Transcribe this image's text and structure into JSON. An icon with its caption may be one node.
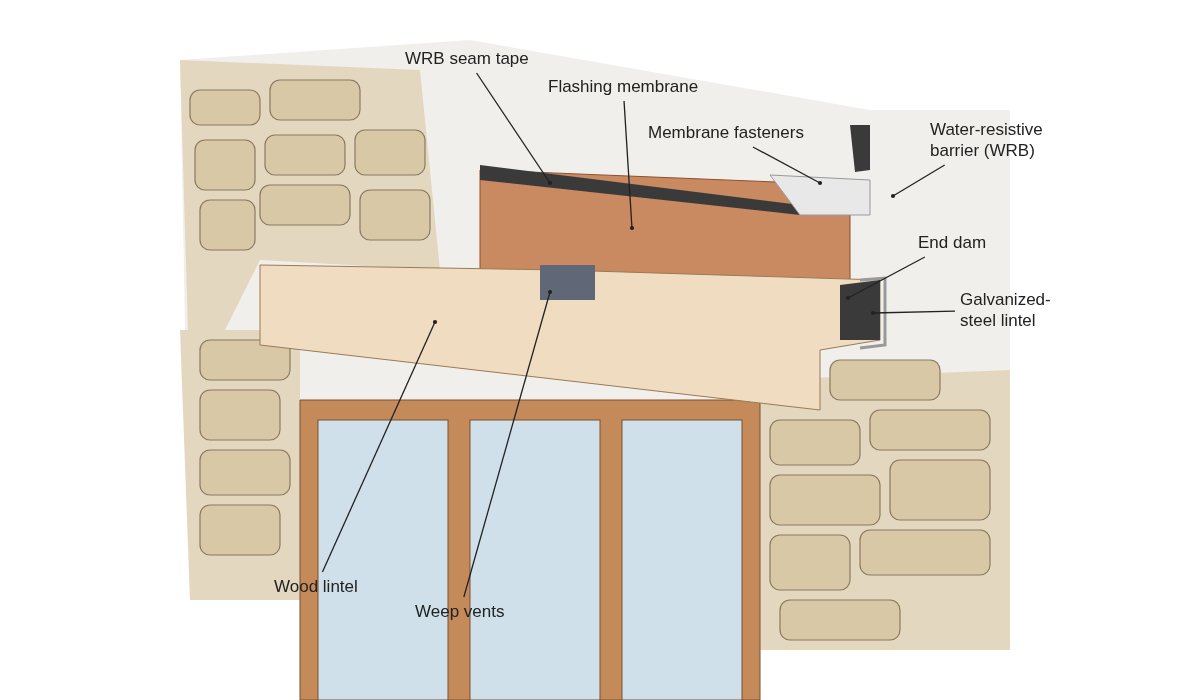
{
  "diagram": {
    "nodes": [
      {
        "text": [
          "WRB seam tape"
        ]
      },
      {
        "text": [
          "Flashing membrane"
        ]
      },
      {
        "text": [
          "Membrane fasteners"
        ]
      },
      {
        "text": [
          "Water-resistive barrier (WRB)"
        ]
      },
      {
        "text": [
          "End dam"
        ]
      },
      {
        "text": [
          "Galvanized-steel lintel"
        ]
      },
      {
        "text": [
          "Wood lintel"
        ]
      },
      {
        "text": [
          "Weep vents"
        ]
      }
    ],
    "edges": [
      {
        "from": 0,
        "to": null,
        "arrow": "other"
      },
      {
        "from": 1,
        "to": null,
        "arrow": "other"
      },
      {
        "from": 2,
        "to": null,
        "arrow": "other"
      },
      {
        "from": 3,
        "to": null,
        "arrow": "other"
      },
      {
        "from": 4,
        "to": null,
        "arrow": "other"
      },
      {
        "from": 5,
        "to": null,
        "arrow": "other"
      },
      {
        "from": 6,
        "to": null,
        "arrow": "other"
      },
      {
        "from": 7,
        "to": null,
        "arrow": "other"
      }
    ]
  }
}
